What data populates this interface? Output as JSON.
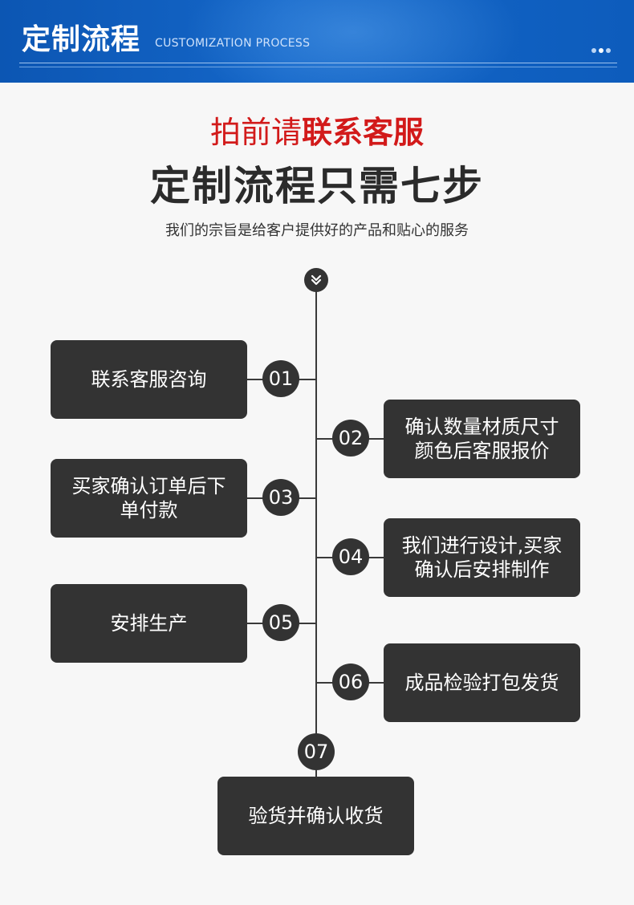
{
  "header": {
    "title": "定制流程",
    "subtitle": "CUSTOMIZATION PROCESS"
  },
  "intro": {
    "pre_normal": "拍前请",
    "pre_strong": "联系客服",
    "title": "定制流程只需七步",
    "subtitle": "我们的宗旨是给客户提供好的产品和贴心的服务"
  },
  "steps": [
    {
      "number": "01",
      "label": "联系客服咨询"
    },
    {
      "number": "02",
      "label": "确认数量材质尺寸颜色后客服报价"
    },
    {
      "number": "03",
      "label": "买家确认订单后下单付款"
    },
    {
      "number": "04",
      "label": "我们进行设计,买家确认后安排制作"
    },
    {
      "number": "05",
      "label": "安排生产"
    },
    {
      "number": "06",
      "label": "成品检验打包发货"
    },
    {
      "number": "07",
      "label": "验货并确认收货"
    }
  ],
  "colors": {
    "header_blue": "#1466c8",
    "accent_red": "#d21a1a",
    "box_dark": "#333333"
  },
  "icons": {
    "timeline_top": "double-chevron-down-icon"
  }
}
